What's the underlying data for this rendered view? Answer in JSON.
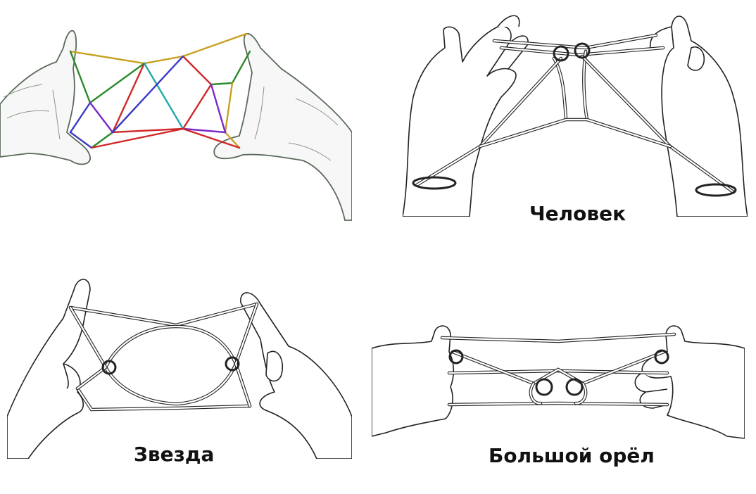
{
  "captions": {
    "top_right": "Человек",
    "bottom_left": "Звезда",
    "bottom_right": "Большой орёл"
  },
  "colors": {
    "string_multicolor": [
      "#d02828",
      "#2a8a2a",
      "#3a3ac8",
      "#c8a020",
      "#7a2ac8",
      "#20a8a8"
    ],
    "line_art": "#222222",
    "background": "#ffffff"
  }
}
